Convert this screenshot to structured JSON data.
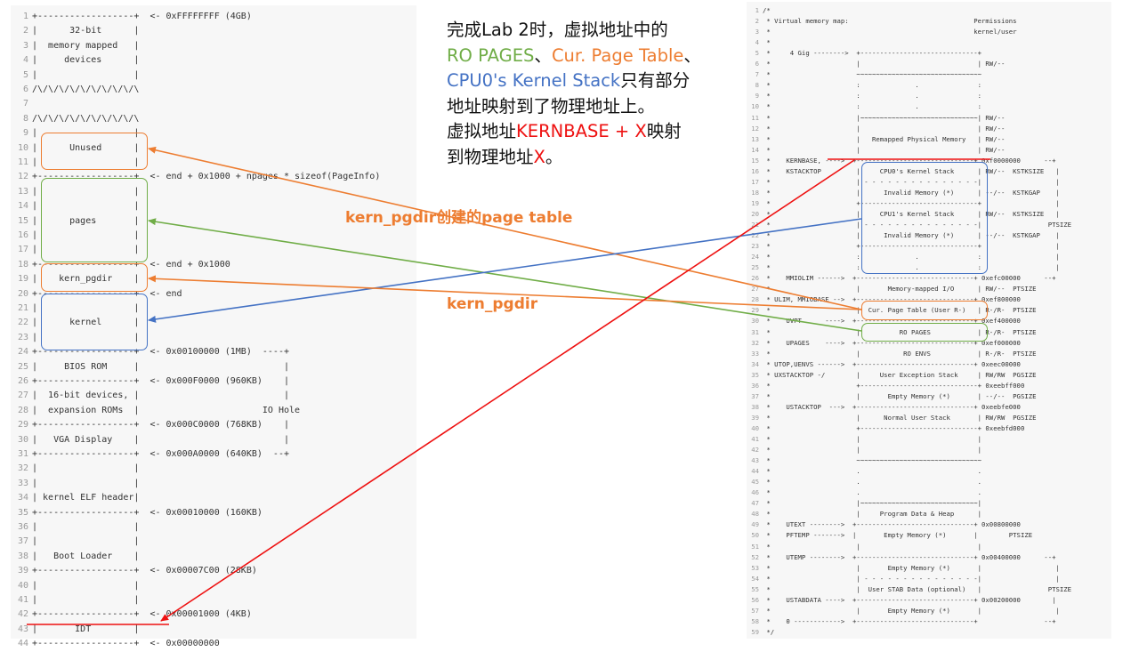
{
  "left_code": [
    "+------------------+  <- 0xFFFFFFFF (4GB)",
    "|      32-bit      |",
    "|  memory mapped   |",
    "|     devices      |",
    "|                  |",
    "/\\/\\/\\/\\/\\/\\/\\/\\/\\/\\",
    "",
    "/\\/\\/\\/\\/\\/\\/\\/\\/\\/\\",
    "|                  |",
    "|      Unused      |",
    "|                  |",
    "+------------------+  <- end + 0x1000 + npages * sizeof(PageInfo)",
    "|                  |",
    "|                  |",
    "|      pages       |",
    "|                  |",
    "|                  |",
    "+------------------+  <- end + 0x1000",
    "|    kern_pgdir    |",
    "+------------------+  <- end",
    "|                  |",
    "|      kernel      |",
    "|                  |",
    "+------------------+  <- 0x00100000 (1MB)  ----+",
    "|     BIOS ROM     |                           |",
    "+------------------+  <- 0x000F0000 (960KB)    |",
    "|  16-bit devices, |                           |",
    "|  expansion ROMs  |                       IO Hole",
    "+------------------+  <- 0x000C0000 (768KB)    |",
    "|   VGA Display    |                           |",
    "+------------------+  <- 0x000A0000 (640KB)  --+",
    "|                  |",
    "|                  |",
    "| kernel ELF header|",
    "+------------------+  <- 0x00010000 (160KB)",
    "|                  |",
    "|                  |",
    "|   Boot Loader    |",
    "+------------------+  <- 0x00007C00 (28KB)",
    "|                  |",
    "|                  |",
    "+------------------+  <- 0x00001000 (4KB)",
    "|       IDT        |",
    "+------------------+  <- 0x00000000"
  ],
  "right_code": [
    "/*",
    " * Virtual memory map:                                Permissions",
    " *                                                    kernel/user",
    " *",
    " *     4 Gig -------->  +------------------------------+",
    " *                      |                              | RW/--",
    " *                      ~~~~~~~~~~~~~~~~~~~~~~~~~~~~~~~~",
    " *                      :              .               :",
    " *                      :              .               :",
    " *                      :              .               :",
    " *                      |~~~~~~~~~~~~~~~~~~~~~~~~~~~~~~| RW/--",
    " *                      |                              | RW/--",
    " *                      |   Remapped Physical Memory   | RW/--",
    " *                      |                              | RW/--",
    " *    KERNBASE, ---->  +------------------------------+ 0xf0000000      --+",
    " *    KSTACKTOP         |     CPU0's Kernel Stack      | RW/--  KSTKSIZE   |",
    " *                      | - - - - - - - - - - - - - - -|                   |",
    " *                      |      Invalid Memory (*)      | --/--  KSTKGAP    |",
    " *                      +------------------------------+                   |",
    " *                      |     CPU1's Kernel Stack      | RW/--  KSTKSIZE   |",
    " *                      | - - - - - - - - - - - - - - -|                 PTSIZE",
    " *                      |      Invalid Memory (*)      | --/--  KSTKGAP    |",
    " *                      +------------------------------+                   |",
    " *                      :              .               :                   |",
    " *                      :              .               :                   |",
    " *    MMIOLIM ------>  +------------------------------+ 0xefc00000      --+",
    " *                      |       Memory-mapped I/O      | RW/--  PTSIZE",
    " * ULIM, MMIOBASE -->  +------------------------------+ 0xef800000",
    " *                      |  Cur. Page Table (User R-)   | R-/R-  PTSIZE",
    " *    UVPT      ---->  +------------------------------+ 0xef400000",
    " *                      |          RO PAGES            | R-/R-  PTSIZE",
    " *    UPAGES    ---->  +------------------------------+ 0xef000000",
    " *                      |           RO ENVS            | R-/R-  PTSIZE",
    " * UTOP,UENVS ------>  +------------------------------+ 0xeec00000",
    " * UXSTACKTOP -/        |     User Exception Stack     | RW/RW  PGSIZE",
    " *                      +------------------------------+ 0xeebff000",
    " *                      |       Empty Memory (*)       | --/--  PGSIZE",
    " *    USTACKTOP  --->  +------------------------------+ 0xeebfe000",
    " *                      |      Normal User Stack       | RW/RW  PGSIZE",
    " *                      +------------------------------+ 0xeebfd000",
    " *                      |                              |",
    " *                      |                              |",
    " *                      ~~~~~~~~~~~~~~~~~~~~~~~~~~~~~~~~",
    " *                      .                              .",
    " *                      .                              .",
    " *                      .                              .",
    " *                      |~~~~~~~~~~~~~~~~~~~~~~~~~~~~~~|",
    " *                      |     Program Data & Heap      |",
    " *    UTEXT -------->  +------------------------------+ 0x00800000",
    " *    PFTEMP ------->  |       Empty Memory (*)       |        PTSIZE",
    " *                      |                              |",
    " *    UTEMP -------->  +------------------------------+ 0x00400000      --+",
    " *                      |       Empty Memory (*)       |                   |",
    " *                      | - - - - - - - - - - - - - - -|                   |",
    " *                      |  User STAB Data (optional)   |                 PTSIZE",
    " *    USTABDATA ---->  +------------------------------+ 0x00200000        |",
    " *                      |       Empty Memory (*)       |                   |",
    " *    0 ------------>  +------------------------------+                 --+",
    " */"
  ],
  "note": {
    "line1": "完成Lab 2时，虚拟地址中的",
    "ro_pages": "RO PAGES",
    "sep1": "、",
    "cur_page_table": "Cur. Page Table",
    "sep2": "、",
    "cpu0_stack": "CPU0's Kernel Stack",
    "line3_rest": "只有部分",
    "line4": "地址映射到了物理地址上。",
    "line5_a": "虚拟地址",
    "kernbase_x": "KERNBASE + X",
    "line5_b": "映射",
    "line6_a": "到物理地址",
    "x": "X",
    "line6_b": "。"
  },
  "labels": {
    "pgdir_table": "kern_pgdir创建的page table",
    "pgdir": "kern_pgdir"
  },
  "colors": {
    "orange": "#ED7D31",
    "green": "#70AD47",
    "blue": "#4472C4",
    "red": "#EE1111"
  }
}
